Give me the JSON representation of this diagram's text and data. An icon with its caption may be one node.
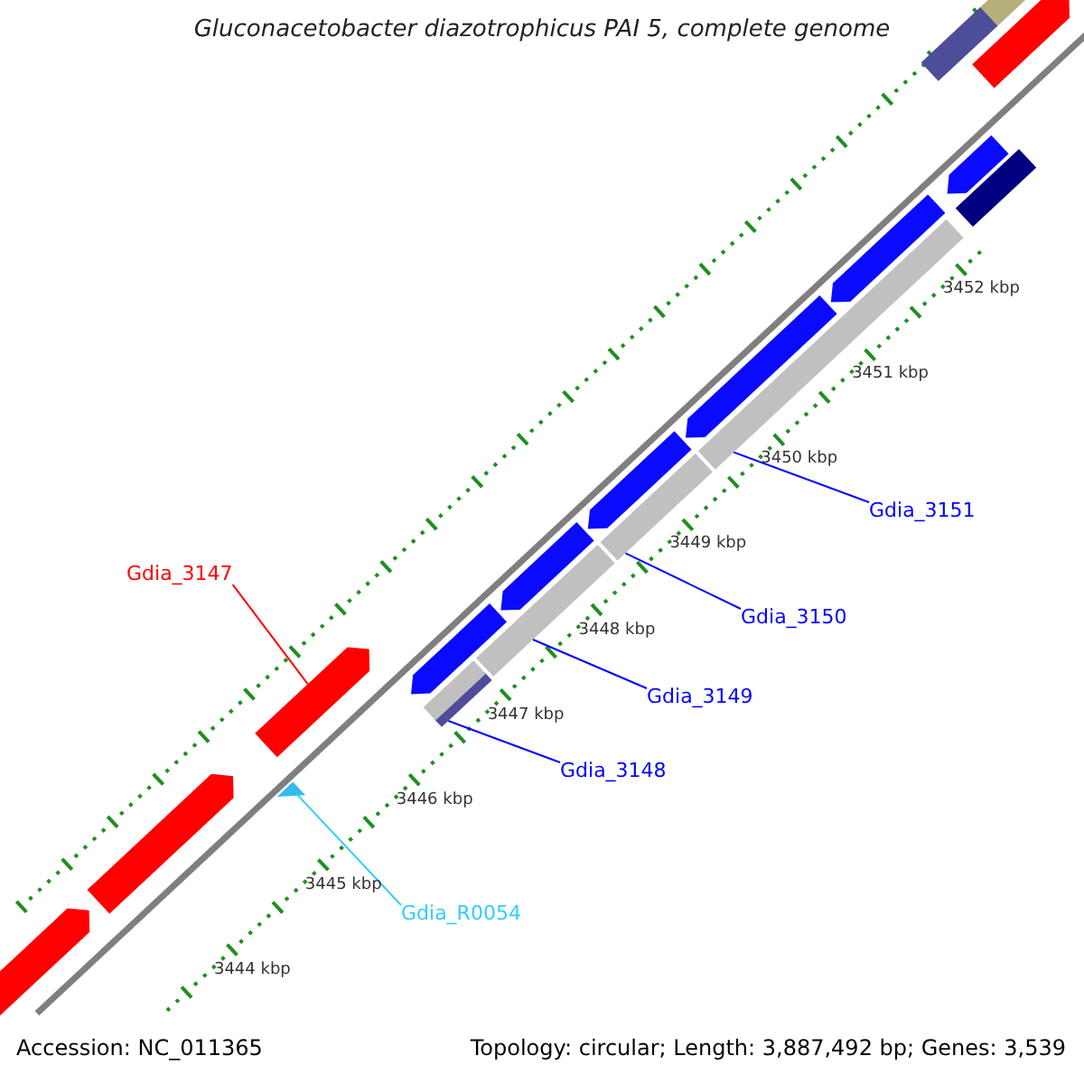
{
  "diagram": {
    "title": "Gluconacetobacter diazotrophicus PAI 5, complete genome",
    "nodes": [
      {
        "text": [
          "Gdia_3147"
        ]
      },
      {
        "text": [],
        "shape": "pentagon"
      },
      {
        "text": [
          "Gdia_R0054"
        ]
      },
      {
        "text": [],
        "shape": "triangle"
      },
      {
        "text": [
          "Gdia_3148"
        ]
      },
      {
        "text": [],
        "shape": "bar"
      },
      {
        "text": [
          "Gdia_3149"
        ]
      },
      {
        "text": [],
        "shape": "bar"
      },
      {
        "text": [
          "Gdia_3150"
        ]
      },
      {
        "text": [],
        "shape": "bar"
      },
      {
        "text": [
          "Gdia_3151"
        ]
      },
      {
        "text": [],
        "shape": "bar"
      },
      {
        "text": [],
        "shape": "pentagon"
      },
      {
        "text": [],
        "shape": "pentagon"
      },
      {
        "text": [],
        "shape": "pentagon"
      },
      {
        "text": [],
        "shape": "bar"
      },
      {
        "text": [],
        "shape": "bar"
      },
      {
        "text": [],
        "shape": "pentagon"
      },
      {
        "text": [],
        "shape": "pentagon"
      },
      {
        "text": [],
        "shape": "pentagon"
      },
      {
        "text": [],
        "shape": "pentagon"
      },
      {
        "text": [],
        "shape": "pentagon"
      },
      {
        "text": [],
        "shape": "pentagon"
      },
      {
        "text": [],
        "shape": "bar"
      },
      {
        "text": [],
        "shape": "bar"
      }
    ],
    "edges": [
      {
        "from": 0,
        "to": 1,
        "arrow": "none",
        "color": "#ff0000"
      },
      {
        "from": 2,
        "to": 3,
        "arrow": "none",
        "color": "#33ccff"
      },
      {
        "from": 4,
        "to": 5,
        "arrow": "none"
      },
      {
        "from": 6,
        "to": 7,
        "arrow": "none"
      },
      {
        "from": 8,
        "to": 9,
        "arrow": "none"
      },
      {
        "from": 10,
        "to": 11,
        "arrow": "none"
      }
    ],
    "labels": [
      "3452 kbp",
      "3451 kbp",
      "3450 kbp",
      "3449 kbp",
      "3448 kbp",
      "3447 kbp",
      "3446 kbp",
      "3445 kbp",
      "3444 kbp",
      "Accession: NC_011365",
      "Topology: circular; Length: 3,887,492 bp; Genes: 3,539"
    ]
  }
}
